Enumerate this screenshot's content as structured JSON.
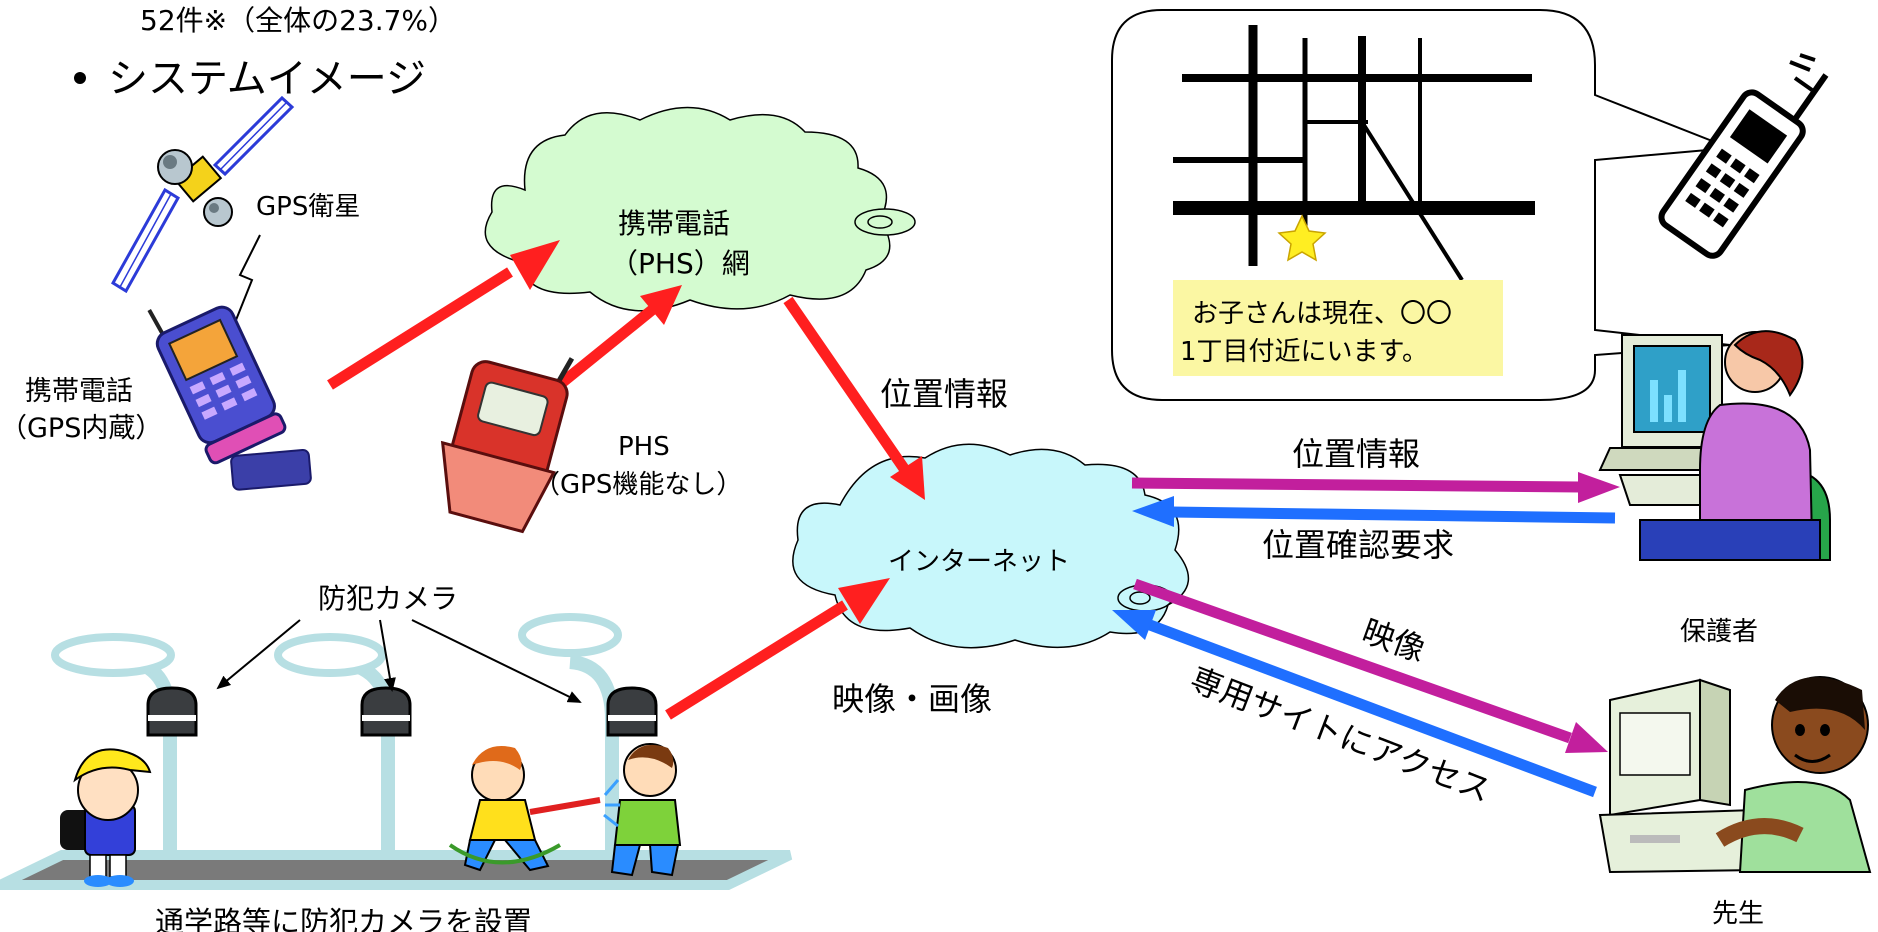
{
  "header": {
    "count_text": "52件※（全体の23.7%）",
    "bullet_title": "システムイメージ"
  },
  "labels": {
    "gps_satellite": "GPS衛星",
    "mobile_phone_line1": "携帯電話",
    "mobile_phone_line2": "（GPS内蔵）",
    "network_cloud_line1": "携帯電話",
    "network_cloud_line2": "（PHS）網",
    "phs_line1": "PHS",
    "phs_line2": "（GPS機能なし）",
    "location_info_top": "位置情報",
    "internet": "インターネット",
    "location_info_right": "位置情報",
    "location_request": "位置確認要求",
    "video": "映像",
    "dedicated_site": "専用サイトにアクセス",
    "video_image": "映像・画像",
    "security_camera": "防犯カメラ",
    "school_route_caption": "通学路等に防犯カメラを設置",
    "guardian": "保護者",
    "teacher": "先生",
    "bubble_line1": "お子さんは現在、〇〇",
    "bubble_line2": "1丁目付近にいます。"
  },
  "colors": {
    "arrow_red": "#ff1f1f",
    "arrow_magenta": "#c21f9d",
    "arrow_blue": "#1f6fff",
    "cloud_green": "#d4fbd0",
    "cloud_cyan": "#c8f7fb",
    "bubble_note": "#fbf7a3",
    "star_yellow": "#ffee22"
  }
}
